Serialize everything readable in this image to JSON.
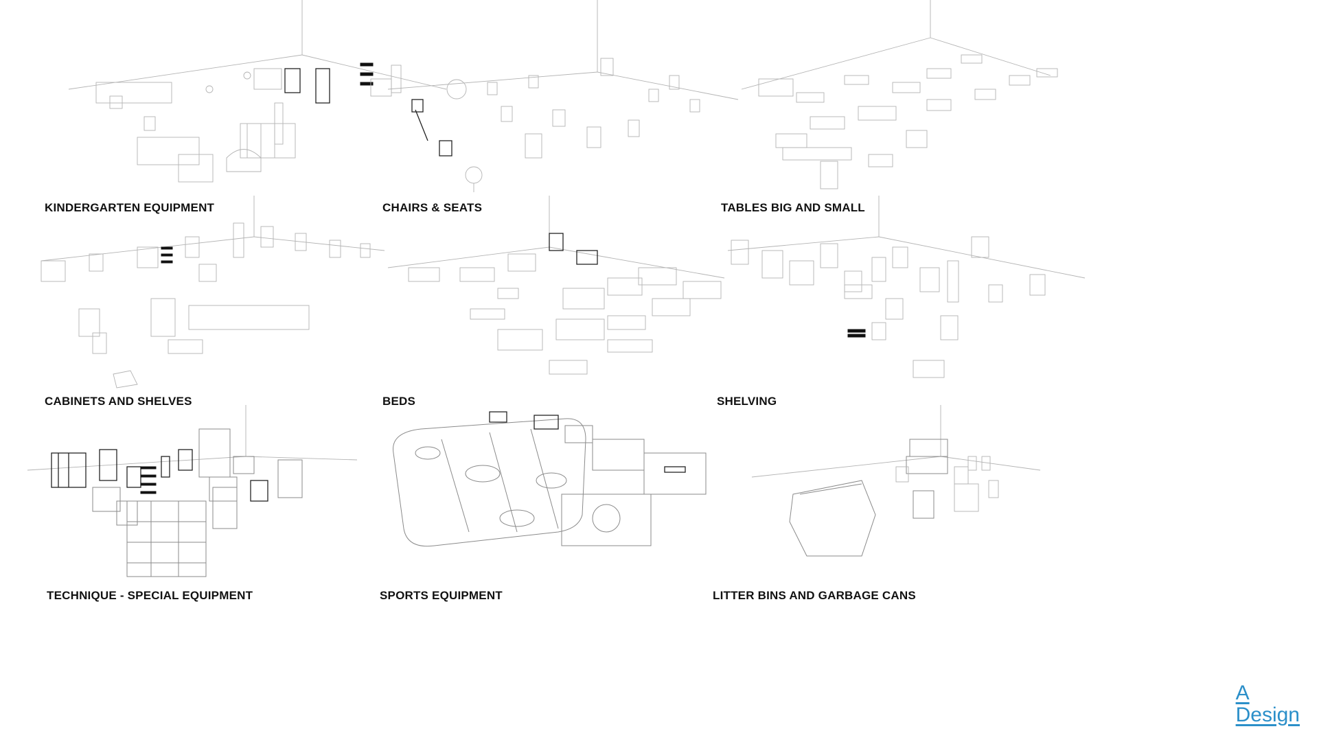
{
  "tiles": [
    {
      "label": "KINDERGARTEN EQUIPMENT"
    },
    {
      "label": "CHAIRS & SEATS"
    },
    {
      "label": "TABLES BIG AND SMALL"
    },
    {
      "label": "CABINETS AND SHELVES"
    },
    {
      "label": "BEDS"
    },
    {
      "label": "SHELVING"
    },
    {
      "label": "TECHNIQUE - SPECIAL EQUIPMENT"
    },
    {
      "label": "SPORTS EQUIPMENT"
    },
    {
      "label": "LITTER BINS AND GARBAGE CANS"
    }
  ],
  "logo": {
    "line1": "A",
    "line2": "Design",
    "color": "#2b8fc9"
  }
}
